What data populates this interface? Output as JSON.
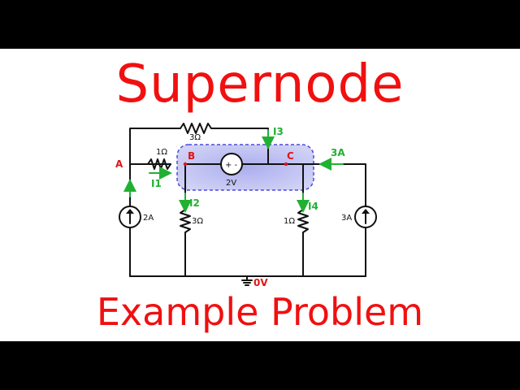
{
  "title": "Supernode",
  "subtitle": "Example Problem",
  "diagram": {
    "nodes": {
      "a": "A",
      "b": "B",
      "c": "C",
      "ground": "0V"
    },
    "resistors": {
      "top": "3Ω",
      "ab": "1Ω",
      "b_down": "3Ω",
      "c_down": "1Ω"
    },
    "sources": {
      "voltage_value": "2V",
      "voltage_polarity": "+ -",
      "current_left": "2A",
      "current_right": "3A",
      "current_right_arrow_label": "3A"
    },
    "currents": {
      "i1": "I1",
      "i2": "I2",
      "i3": "I3",
      "i4": "I4"
    },
    "colors": {
      "title": "#f01010",
      "wire": "#111111",
      "current_arrow": "#22b033",
      "supernode_fill": "#b6b8ee",
      "supernode_border": "#2d2bd0"
    }
  }
}
